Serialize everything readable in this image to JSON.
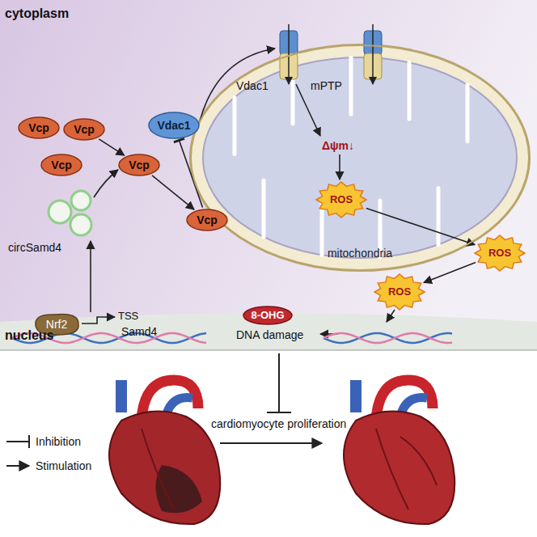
{
  "diagram": {
    "nodes": [
      {
        "text": [
          "mitochondria"
        ]
      },
      {
        "text": [
          "Vcp"
        ]
      },
      {
        "text": [
          "Vcp"
        ]
      },
      {
        "text": [
          "Vcp"
        ]
      },
      {
        "text": [
          "Vcp"
        ]
      },
      {
        "text": [
          "Vcp"
        ]
      },
      {
        "text": [
          "Vdac1"
        ]
      },
      {
        "text": [
          "ROS"
        ],
        "in": 0
      },
      {
        "text": [
          "ROS"
        ]
      },
      {
        "text": [
          "ROS"
        ]
      },
      {
        "text": [
          "Nrf2"
        ]
      },
      {
        "text": [
          "8-OHG"
        ]
      }
    ],
    "edges": [
      {
        "from": 2,
        "to": 4,
        "arrow": "to"
      },
      {
        "from": 4,
        "to": 5,
        "arrow": "to"
      },
      {
        "from": 5,
        "to": 6,
        "arrow": "to"
      },
      {
        "from": 7,
        "to": 8,
        "arrow": "to"
      },
      {
        "from": 8,
        "to": 9,
        "arrow": "to"
      }
    ],
    "labels": [
      "cytoplasm",
      "nucleus",
      "Vdac1",
      "mPTP",
      "Δψm↓",
      "circSamd4",
      "TSS",
      "Samd4",
      "DNA damage",
      "cardiomyocyte proliferation"
    ],
    "legend": [
      {
        "text": "Inhibition"
      },
      {
        "text": "Stimulation"
      }
    ]
  }
}
